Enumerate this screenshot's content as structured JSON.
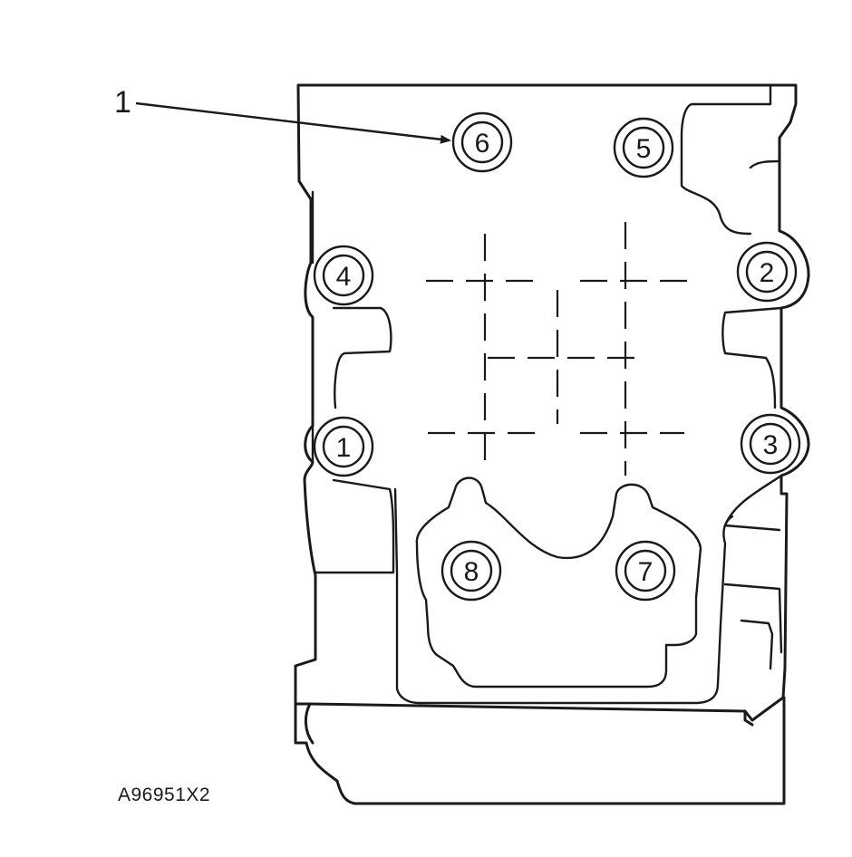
{
  "callout": {
    "label": "1"
  },
  "bolts": [
    {
      "label": "6"
    },
    {
      "label": "5"
    },
    {
      "label": "4"
    },
    {
      "label": "2"
    },
    {
      "label": "1"
    },
    {
      "label": "3"
    },
    {
      "label": "8"
    },
    {
      "label": "7"
    }
  ],
  "figure_id": "A96951X2"
}
